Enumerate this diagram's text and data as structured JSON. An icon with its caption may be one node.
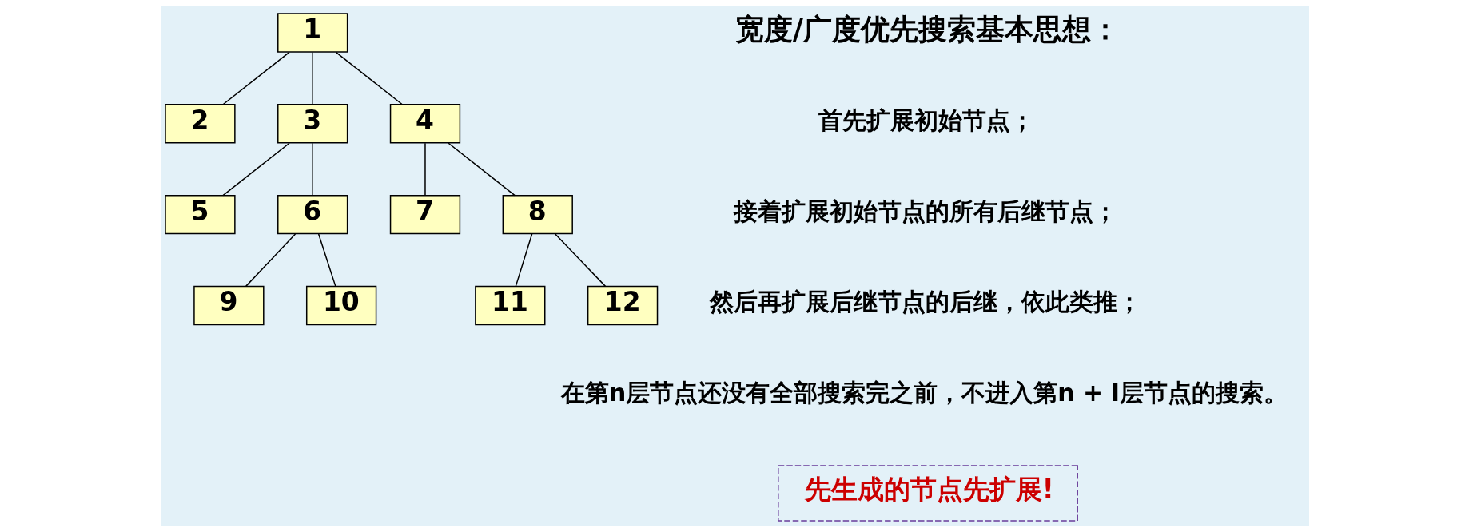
{
  "diagram": {
    "nodes": [
      {
        "text": [
          "1"
        ]
      },
      {
        "text": [
          "2"
        ]
      },
      {
        "text": [
          "3"
        ]
      },
      {
        "text": [
          "4"
        ]
      },
      {
        "text": [
          "5"
        ]
      },
      {
        "text": [
          "6"
        ]
      },
      {
        "text": [
          "7"
        ]
      },
      {
        "text": [
          "8"
        ]
      },
      {
        "text": [
          "9"
        ]
      },
      {
        "text": [
          "10"
        ]
      },
      {
        "text": [
          "11"
        ]
      },
      {
        "text": [
          "12"
        ]
      },
      {
        "text": [
          "先生成的节点先扩展!"
        ]
      }
    ],
    "edges": [
      {
        "from": 0,
        "to": 1,
        "arrow": "none"
      },
      {
        "from": 0,
        "to": 2,
        "arrow": "none"
      },
      {
        "from": 0,
        "to": 3,
        "arrow": "none"
      },
      {
        "from": 2,
        "to": 4,
        "arrow": "none"
      },
      {
        "from": 2,
        "to": 5,
        "arrow": "none"
      },
      {
        "from": 3,
        "to": 6,
        "arrow": "none"
      },
      {
        "from": 3,
        "to": 7,
        "arrow": "none"
      },
      {
        "from": 5,
        "to": 8,
        "arrow": "none"
      },
      {
        "from": 5,
        "to": 9,
        "arrow": "none"
      },
      {
        "from": 7,
        "to": 10,
        "arrow": "none"
      },
      {
        "from": 7,
        "to": 11,
        "arrow": "none"
      }
    ],
    "labels": [
      "宽度/广度优先搜索基本思想：",
      "首先扩展初始节点；",
      "接着扩展初始节点的所有后继节点；",
      "然后再扩展后继节点的后继，依此类推；",
      "在第n层节点还没有全部搜索完之前，不进入第n + l层节点的搜索。"
    ]
  }
}
